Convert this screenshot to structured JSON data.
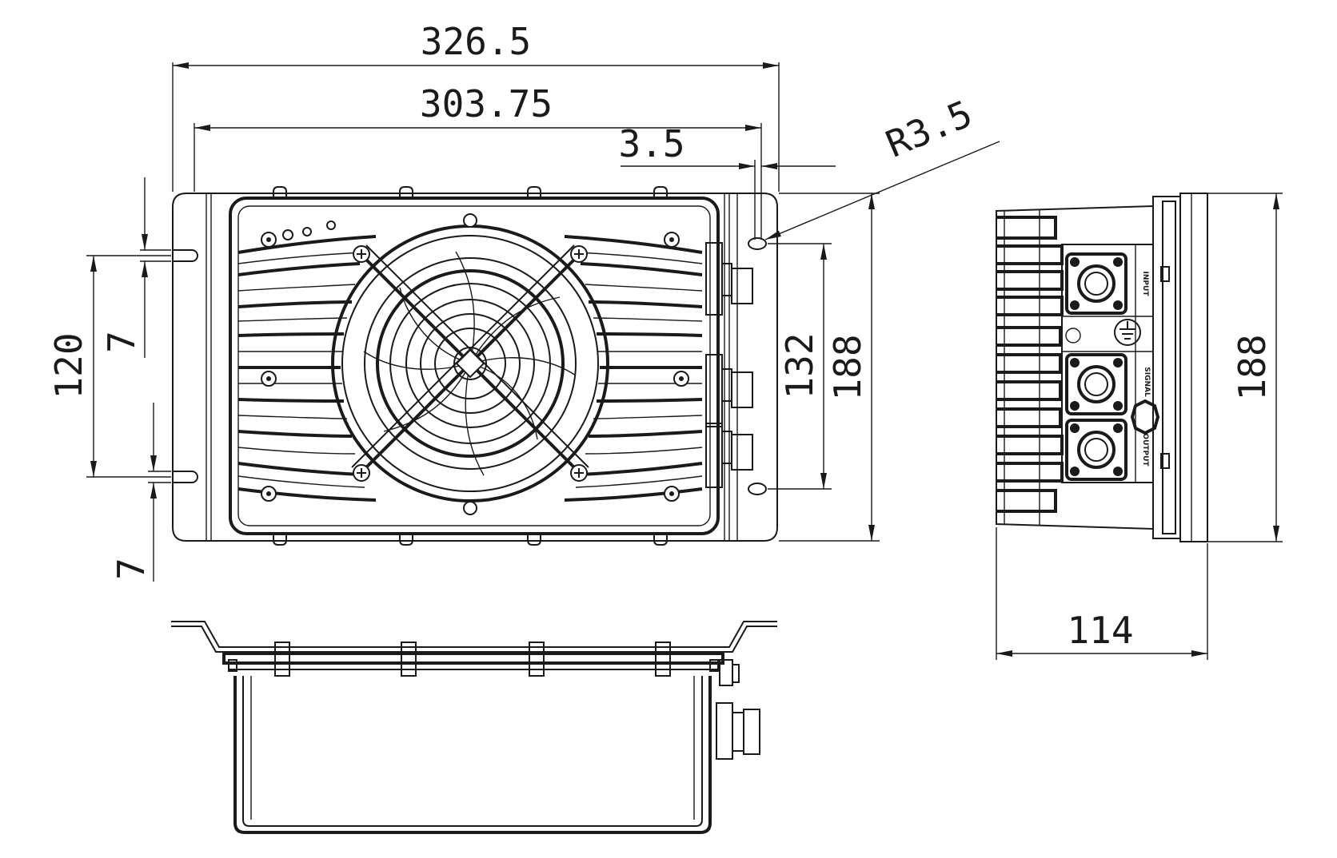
{
  "drawing": {
    "top_view": {
      "overall_width": "326.5",
      "inner_width": "303.75",
      "slot_width": "3.5",
      "hole_radius": "R3.5",
      "slot_pitch": "120",
      "slot_offset_top": "7",
      "slot_offset_bottom": "7",
      "hole_pitch": "132",
      "overall_height": "188"
    },
    "side_view": {
      "overall_height": "188",
      "depth": "114",
      "connectors": {
        "input": "INPUT",
        "signal": "SIGNAL",
        "output": "OUTPUT"
      }
    }
  }
}
